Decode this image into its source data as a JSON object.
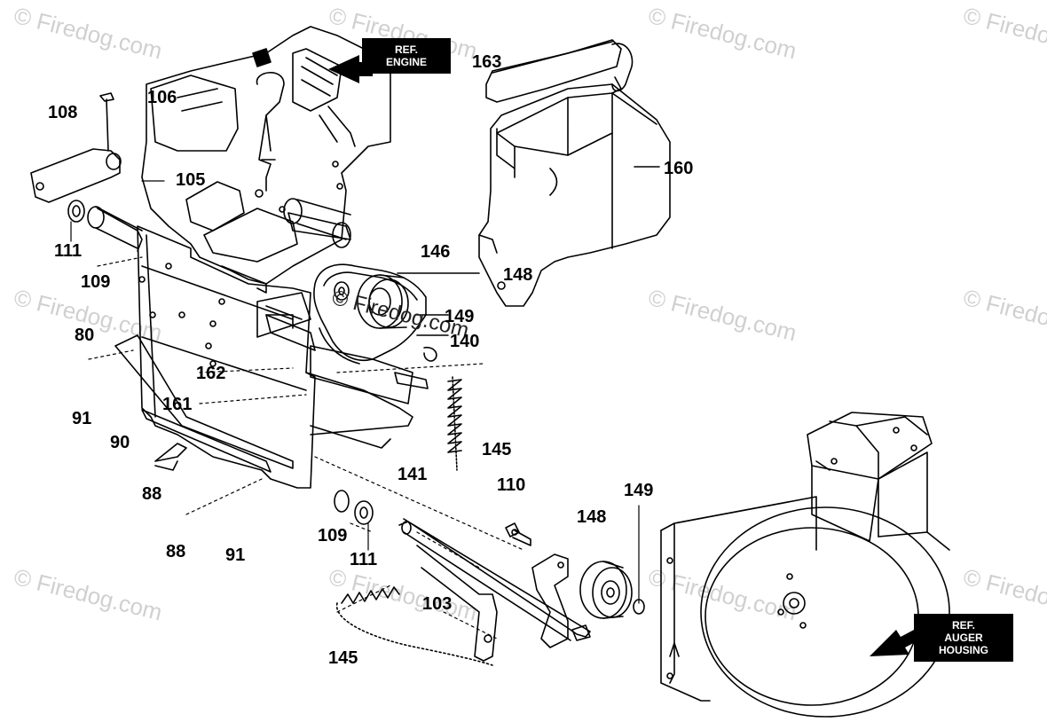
{
  "watermark": {
    "text": "© Firedog.com",
    "center_text": "© Firedog.com"
  },
  "ref_boxes": {
    "engine": [
      "REF.",
      "ENGINE"
    ],
    "auger": [
      "REF.",
      "AUGER",
      "HOUSING"
    ]
  },
  "labels": {
    "l163": "163",
    "l106": "106",
    "l108": "108",
    "l105": "105",
    "l160": "160",
    "l111a": "111",
    "l146": "146",
    "l148a": "148",
    "l109a": "109",
    "l149a": "149",
    "l140": "140",
    "l80": "80",
    "l162": "162",
    "l161": "161",
    "l91a": "91",
    "l90": "90",
    "l145a": "145",
    "l141": "141",
    "l88a": "88",
    "l110": "110",
    "l149b": "149",
    "l148b": "148",
    "l109b": "109",
    "l88b": "88",
    "l91b": "91",
    "l111b": "111",
    "l103": "103",
    "l145b": "145"
  },
  "colors": {
    "line": "#000000",
    "watermark": "#d0d0d0",
    "ref_bg": "#000000"
  }
}
